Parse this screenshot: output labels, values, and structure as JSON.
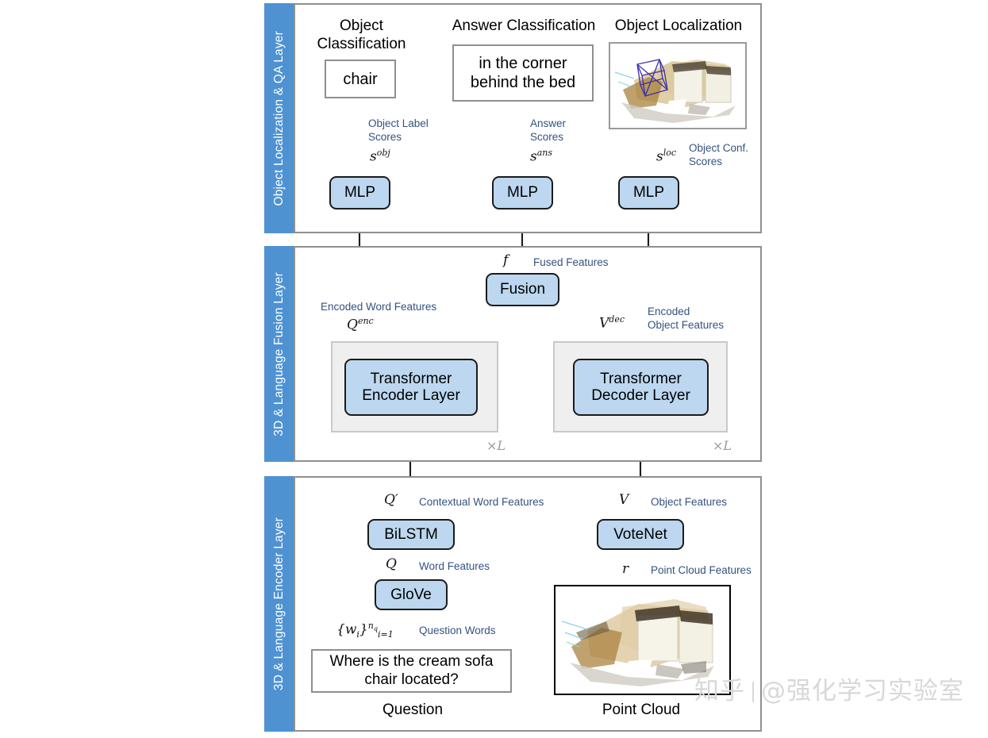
{
  "figure": {
    "title": "3D Question Answering architecture (3D & Language model)",
    "accent_blue": "#4e92d2",
    "node_fill": "#bcd7ef",
    "label_blue": "#34527f"
  },
  "layers": [
    {
      "id": "qa",
      "label": "Object Localization & QA Layer"
    },
    {
      "id": "fusion",
      "label": "3D & Language Fusion Layer"
    },
    {
      "id": "encoder",
      "label": "3D & Language Encoder Layer"
    }
  ],
  "qa_layer": {
    "columns": [
      {
        "title": "Object\nClassification",
        "output": "chair"
      },
      {
        "title": "Answer Classification",
        "output": "in the corner\nbehind the bed"
      },
      {
        "title": "Object Localization",
        "output": ""
      }
    ],
    "nodes": [
      {
        "label": "MLP"
      },
      {
        "label": "MLP"
      },
      {
        "label": "MLP"
      }
    ],
    "annotations": [
      {
        "symbol": "s",
        "sup": "obj",
        "text": "Object Label\nScores"
      },
      {
        "symbol": "s",
        "sup": "ans",
        "text": "Answer\nScores"
      },
      {
        "symbol": "s",
        "sup": "loc",
        "text": "Object Conf.\nScores"
      }
    ]
  },
  "fusion_layer": {
    "fusion_node": "Fusion",
    "encoder_node": "Transformer\nEncoder Layer",
    "decoder_node": "Transformer\nDecoder Layer",
    "repeat_left": "×L",
    "repeat_right": "×L",
    "annotations": [
      {
        "symbol": "f",
        "sup": "",
        "text": "Fused Features"
      },
      {
        "symbol": "Q",
        "sup": "enc",
        "text": "Encoded Word Features"
      },
      {
        "symbol": "V",
        "sup": "dec",
        "text": "Encoded\nObject Features"
      }
    ]
  },
  "encoder_layer": {
    "bilstm_node": "BiLSTM",
    "glove_node": "GloVe",
    "votenet_node": "VoteNet",
    "question_text": "Where is the cream sofa\nchair located?",
    "question_caption": "Question",
    "pointcloud_caption": "Point Cloud",
    "annotations": [
      {
        "symbol": "Q′",
        "sup": "",
        "text": "Contextual Word Features"
      },
      {
        "symbol": "Q",
        "sup": "",
        "text": "Word Features"
      },
      {
        "symbol": "{w",
        "sup": "nq",
        "text": "Question Words"
      },
      {
        "symbol": "V",
        "sup": "",
        "text": "Object Features"
      },
      {
        "symbol": "r",
        "sup": "",
        "text": "Point Cloud Features"
      }
    ]
  },
  "watermark": {
    "logo": "知乎",
    "handle": "@强化学习实验室"
  }
}
